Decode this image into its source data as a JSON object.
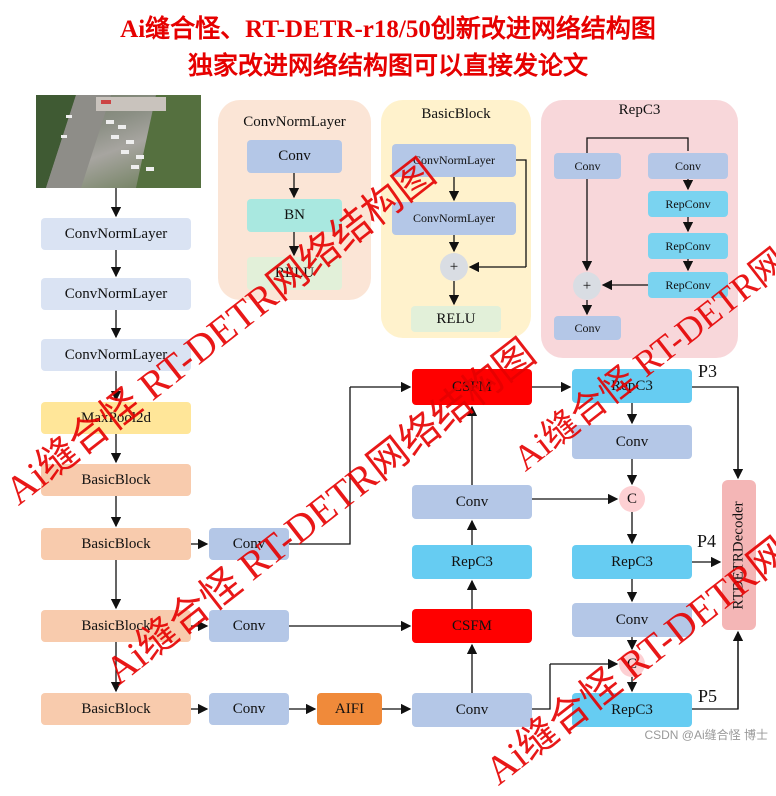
{
  "title": {
    "line1": "Ai缝合怪、RT-DETR-r18/50创新改进网络结构图",
    "line2": "独家改进网络结构图可以直接发论文"
  },
  "panels": {
    "convnorm": {
      "title": "ConvNormLayer",
      "items": [
        "Conv",
        "BN",
        "RELU"
      ]
    },
    "basicblock": {
      "title": "BasicBlock",
      "items": [
        "ConvNormLayer",
        "ConvNormLayer",
        "+",
        "RELU"
      ]
    },
    "repc3": {
      "title": "RepC3",
      "left_conv": "Conv",
      "right_items": [
        "Conv",
        "RepConv",
        "RepConv",
        "RepConv"
      ],
      "plus": "+",
      "out_conv": "Conv"
    }
  },
  "backbone": [
    "ConvNormLayer",
    "ConvNormLayer",
    "ConvNormLayer",
    "MaxPool2d",
    "BasicBlock",
    "BasicBlock",
    "BasicBlock",
    "BasicBlock"
  ],
  "lateral": {
    "conv1": "Conv",
    "conv2": "Conv",
    "conv3": "Conv",
    "aifi": "AIFI"
  },
  "neck_mid": {
    "csfm_top": "CSFM",
    "conv": "Conv",
    "repc3": "RepC3",
    "csfm_bottom": "CSFM",
    "conv_bottom": "Conv"
  },
  "neck_right": {
    "repc3_top": "RepC3",
    "conv1": "Conv",
    "c1": "C",
    "repc3_mid": "RepC3",
    "conv2": "Conv",
    "c2": "C",
    "repc3_bottom": "RepC3"
  },
  "outputs": {
    "p3": "P3",
    "p4": "P4",
    "p5": "P5"
  },
  "decoder": "RTDETRDecoder",
  "watermark": "Ai缝合怪 RT-DETR网络结构图",
  "footer": "CSDN @Ai缝合怪  博士",
  "colors": {
    "title": "#e60000",
    "csfm": "#ff0000",
    "aifi": "#f08a3a",
    "repc3": "#66ccf2",
    "conv": "#b4c7e7"
  }
}
